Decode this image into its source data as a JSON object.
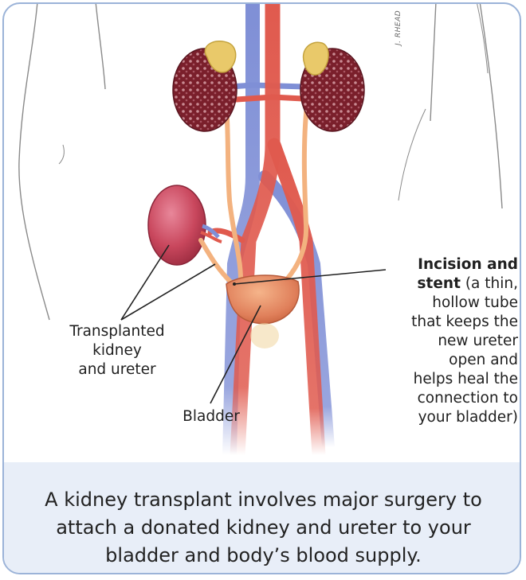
{
  "figure": {
    "labels": {
      "transplanted_kidney": [
        "Transplanted",
        "kidney",
        "and ureter"
      ],
      "bladder": "Bladder",
      "incision_title": "Incision and stent",
      "incision_bold_line1": "Incision and",
      "incision_bold_line2": "stent",
      "incision_rest_line2": " (a thin,",
      "incision_lines": [
        "hollow tube",
        "that keeps the",
        "new ureter",
        "open and",
        "helps heal the",
        "connection to",
        "your bladder)"
      ]
    },
    "signature": "J. RHEAD"
  },
  "caption": "A kidney transplant involves major surgery to attach a donated kidney and ureter to your bladder and body’s blood supply.",
  "colors": {
    "border": "#9bb3d8",
    "caption_band": "#e8eef8",
    "artery": "#e05a4e",
    "vein": "#7f8fd6",
    "kidney_native": "#7a1f2b",
    "kidney_transplant": "#c9475d",
    "adrenal": "#e9c96a",
    "ureter": "#f3b27f",
    "bladder": "#e58a62"
  }
}
